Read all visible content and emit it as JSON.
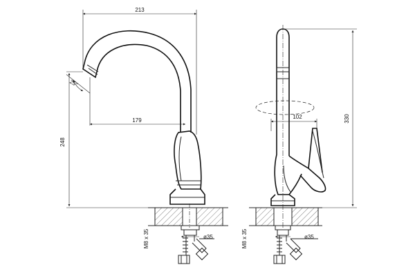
{
  "drawing": {
    "side_view": {
      "dim_width_top": "213",
      "dim_reach": "179",
      "dim_height": "248",
      "dim_angle": "25°",
      "dim_hole": "ø35",
      "dim_thread": "M8 x 35"
    },
    "front_view": {
      "dim_height": "330",
      "dim_handle": "102",
      "dim_hole": "ø35",
      "dim_thread": "M8 x 35"
    }
  }
}
